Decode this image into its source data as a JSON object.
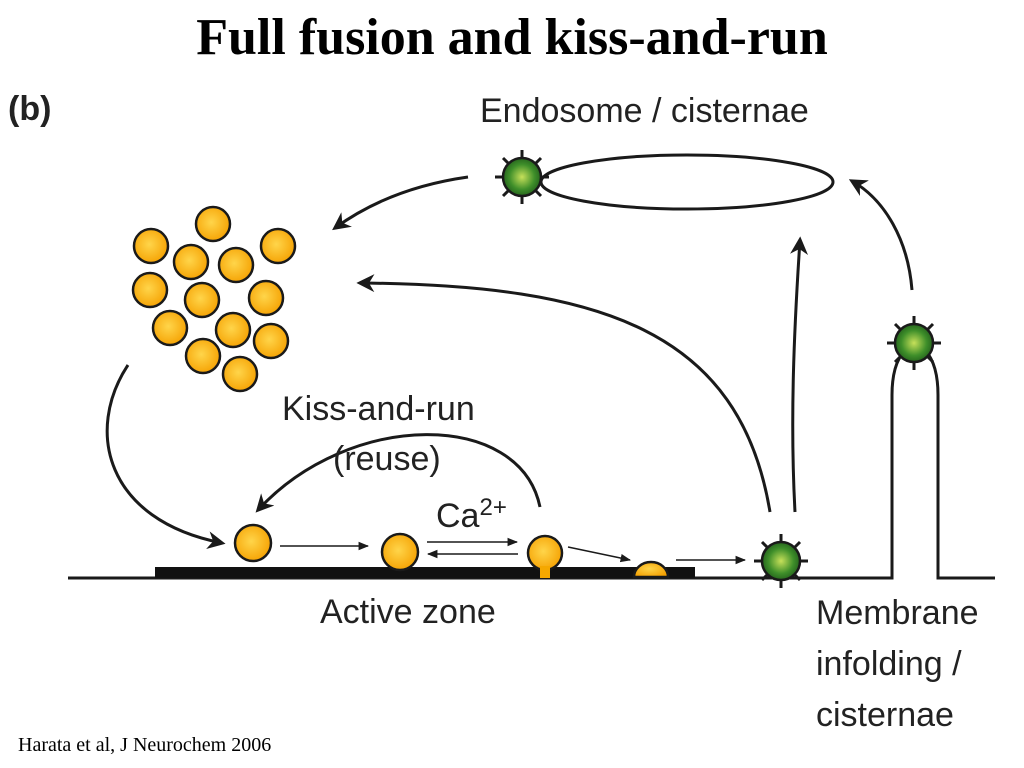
{
  "title": "Full fusion and kiss-and-run",
  "panel_label": "(b)",
  "labels": {
    "endosome": "Endosome / cisternae",
    "kiss_and_run": "Kiss-and-run",
    "reuse": "(reuse)",
    "calcium": "Ca",
    "calcium_charge": "2+",
    "active_zone": "Active zone",
    "membrane_line1": "Membrane",
    "membrane_line2": "infolding /",
    "membrane_line3": "cisternae"
  },
  "citation": "Harata et al, J Neurochem 2006",
  "colors": {
    "vesicle_fill": "#f5a800",
    "vesicle_highlight": "#ffd54a",
    "vesicle_outline": "#1a1a1a",
    "coated_fill": "#2e7d32",
    "coated_highlight": "#c6e05a",
    "active_zone_bar": "#111111"
  }
}
